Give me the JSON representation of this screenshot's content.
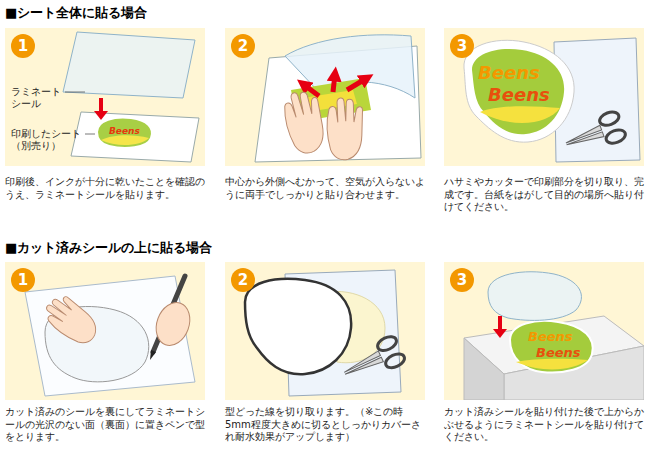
{
  "diagram": {
    "nodes": [
      {
        "text": [
          "印刷後、インクが十分に乾いたことを確認のうえ、ラミネートシールを貼ります。"
        ]
      },
      {
        "text": [
          "1"
        ],
        "in": 0
      },
      {
        "text": [
          "中心から外側へむかって、空気が入らないように両手でしっかりと貼り合わせます。"
        ]
      },
      {
        "text": [
          "2"
        ],
        "in": 2
      },
      {
        "text": [
          "ハサミやカッターで印刷部分を切り取り、完成です。台紙をはがして目的の場所へ貼り付けてください。"
        ]
      },
      {
        "text": [
          "3"
        ],
        "in": 4
      },
      {
        "text": [
          "カット済みのシールを裏にしてラミネートシールの光沢のない面（裏面）に置きペンで型をとります。"
        ]
      },
      {
        "text": [
          "1"
        ],
        "in": 6
      },
      {
        "text": [
          "型どった線を切り取ります。（※この時5mm程度大きめに切るとしっかりカバーされ耐水効果がアップします）"
        ]
      },
      {
        "text": [
          "2"
        ],
        "in": 8
      },
      {
        "text": [
          "カット済みシールを貼り付けた後で上からかぶせるようにラミネートシールを貼り付けてください。"
        ]
      },
      {
        "text": [
          "3"
        ],
        "in": 10
      }
    ],
    "labels": [
      "■シート全体に貼る場合",
      "ラミネートシール",
      "印刷したシート（別売り）",
      "Beens",
      "Beens",
      "Beens",
      "■カット済みシールの上に貼る場合",
      "Beens",
      "Beens"
    ]
  }
}
